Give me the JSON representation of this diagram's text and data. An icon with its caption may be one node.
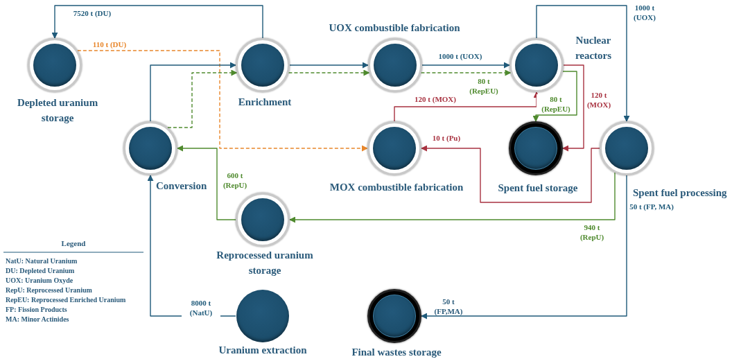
{
  "diagram": {
    "nodes": [
      {
        "text": [
          "Depleted uranium storage"
        ]
      },
      {
        "text": [
          "Enrichment"
        ]
      },
      {
        "text": [
          "UOX combustible fabrication"
        ]
      },
      {
        "text": [
          "Nuclear reactors"
        ]
      },
      {
        "text": [
          "Conversion"
        ]
      },
      {
        "text": [
          "MOX combustible fabrication"
        ]
      },
      {
        "text": [
          "Spent fuel storage"
        ]
      },
      {
        "text": [
          "Spent fuel processing"
        ]
      },
      {
        "text": [
          "Reprocessed uranium storage"
        ]
      },
      {
        "text": [
          "Uranium extraction"
        ]
      },
      {
        "text": [
          "Final wastes storage"
        ]
      }
    ],
    "edges": [
      {
        "from": 1,
        "to": 0,
        "arrow": "to",
        "label": "7520 t (DU)"
      },
      {
        "from": 0,
        "to": 5,
        "arrow": "to",
        "label": "110 t (DU)",
        "style": "dashed",
        "color": "#e8862a"
      },
      {
        "from": 4,
        "to": 1,
        "arrow": "to"
      },
      {
        "from": 4,
        "to": 1,
        "arrow": "to",
        "style": "dashed",
        "color": "#4f8a2e"
      },
      {
        "from": 1,
        "to": 2,
        "arrow": "to"
      },
      {
        "from": 1,
        "to": 2,
        "arrow": "to",
        "style": "dashed",
        "color": "#4f8a2e"
      },
      {
        "from": 2,
        "to": 3,
        "arrow": "to",
        "label": "1000 t (UOX)"
      },
      {
        "from": 2,
        "to": 3,
        "arrow": "to",
        "label": "80 t (RepEU)",
        "style": "dashed",
        "color": "#4f8a2e"
      },
      {
        "from": 5,
        "to": 3,
        "arrow": "to",
        "label": "120 t (MOX)",
        "color": "#a83240"
      },
      {
        "from": 3,
        "to": 6,
        "arrow": "to",
        "label": "80 t (RepEU)",
        "color": "#4f8a2e"
      },
      {
        "from": 3,
        "to": 6,
        "arrow": "to",
        "label": "120 t (MOX)",
        "color": "#a83240"
      },
      {
        "from": 3,
        "to": 7,
        "arrow": "to",
        "label": "1000 t (UOX)"
      },
      {
        "from": 7,
        "to": 5,
        "arrow": "to",
        "label": "10 t (Pu)",
        "color": "#a83240"
      },
      {
        "from": 7,
        "to": 8,
        "arrow": "to",
        "label": "940 t (RepU)",
        "color": "#4f8a2e"
      },
      {
        "from": 8,
        "to": 4,
        "arrow": "to",
        "label": "600 t (RepU)",
        "color": "#4f8a2e"
      },
      {
        "from": 9,
        "to": 4,
        "arrow": "to",
        "label": "8000 t (NatU)"
      },
      {
        "from": 7,
        "to": 10,
        "arrow": "to",
        "label": "50 t (FP, MA)"
      }
    ],
    "labels": [
      "Legend",
      "50 t (FP,MA)"
    ],
    "legend": [
      {
        "text": "NatU: Natural Uranium"
      },
      {
        "text": "DU: Depleted Uranium"
      },
      {
        "text": "UOX: Uranium Oxyde"
      },
      {
        "text": "RepU: Reprocessed Uranium"
      },
      {
        "text": "RepEU: Reprocessed Enriched Uranium"
      },
      {
        "text": "FP: Fission Products"
      },
      {
        "text": "MA: Minor Actinides"
      }
    ]
  }
}
